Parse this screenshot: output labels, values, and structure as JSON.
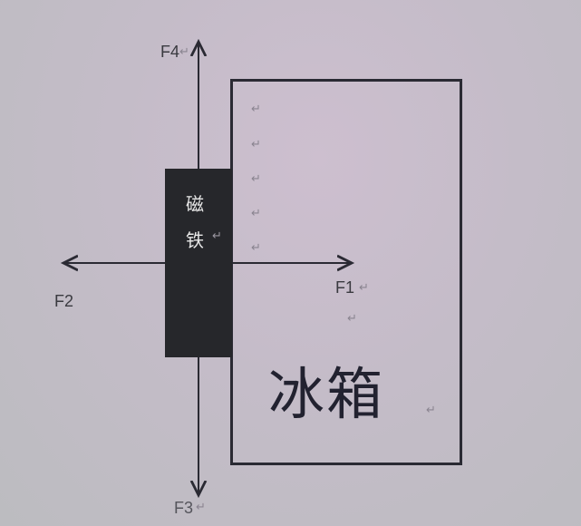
{
  "diagram": {
    "title": "",
    "fridge": {
      "label": "冰箱"
    },
    "magnet": {
      "label_line1": "磁",
      "label_line2": "铁"
    },
    "forces": [
      {
        "name": "F1",
        "direction": "right"
      },
      {
        "name": "F2",
        "direction": "left"
      },
      {
        "name": "F3",
        "direction": "down"
      },
      {
        "name": "F4",
        "direction": "up"
      }
    ],
    "paragraph_mark": "↵",
    "colors": {
      "magnet": "#26272b",
      "lines": "#2a2a33",
      "background": "#c4bcc8"
    }
  }
}
